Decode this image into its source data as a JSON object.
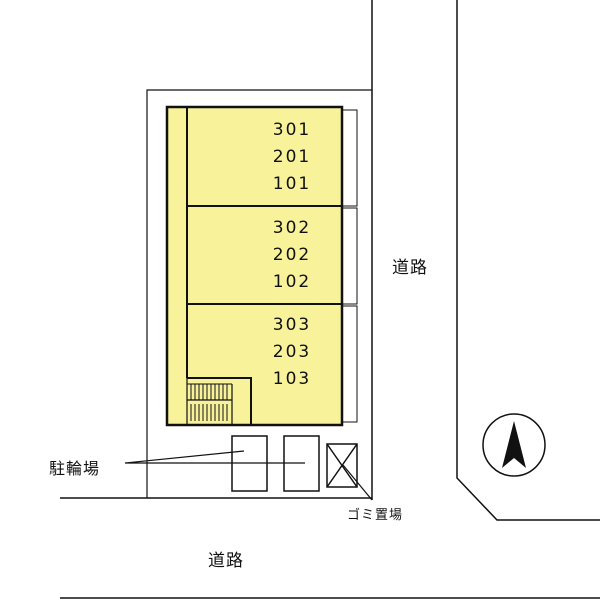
{
  "units": [
    {
      "rooms": [
        "301",
        "201",
        "101"
      ]
    },
    {
      "rooms": [
        "302",
        "202",
        "102"
      ]
    },
    {
      "rooms": [
        "303",
        "203",
        "103"
      ]
    }
  ],
  "labels": {
    "road_east": "道路",
    "road_south": "道路",
    "bicycle_parking": "駐輪場",
    "trash_area": "ゴミ置場"
  },
  "colors": {
    "building_fill": "#f8f29a",
    "line": "#111111",
    "background": "#ffffff"
  },
  "icons": {
    "compass": "north-arrow-icon"
  }
}
